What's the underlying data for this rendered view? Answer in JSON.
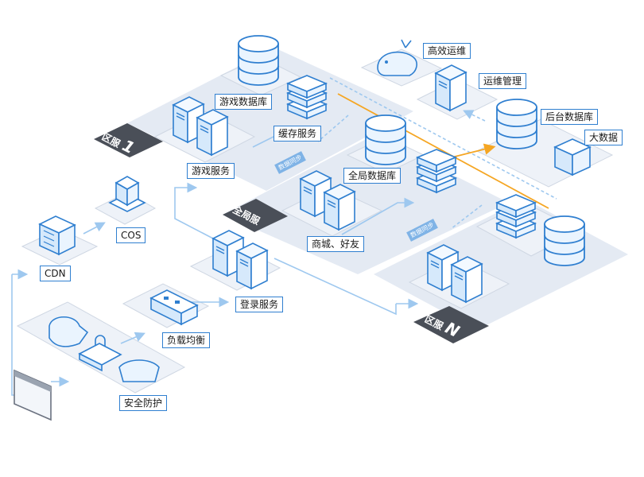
{
  "labels": {
    "game_db": "游戏数据库",
    "cache": "缓存服务",
    "game_service": "游戏服务",
    "ops_efficiency": "高效运维",
    "ops_mgmt": "运维管理",
    "backend_db": "后台数据库",
    "big_data": "大数据",
    "global_db": "全局数据库",
    "shop_friends": "商城、好友",
    "cos": "COS",
    "cdn": "CDN",
    "login": "登录服务",
    "load_balance": "负载均衡",
    "security": "安全防护"
  },
  "zones": {
    "zone1": {
      "prefix": "区服",
      "num": "1"
    },
    "global": "全局服",
    "zoneN": {
      "prefix": "区服",
      "num": "N"
    }
  },
  "sync": {
    "left": "数据同步",
    "right": "数据同步"
  },
  "colors": {
    "accent": "#2f7fd0",
    "platform": "#dfe6f1",
    "platform_dark": "#c9d3e2",
    "icon_fill": "#e8f3fd",
    "dark_tag": "#4a4f58",
    "orange": "#f5a623"
  }
}
